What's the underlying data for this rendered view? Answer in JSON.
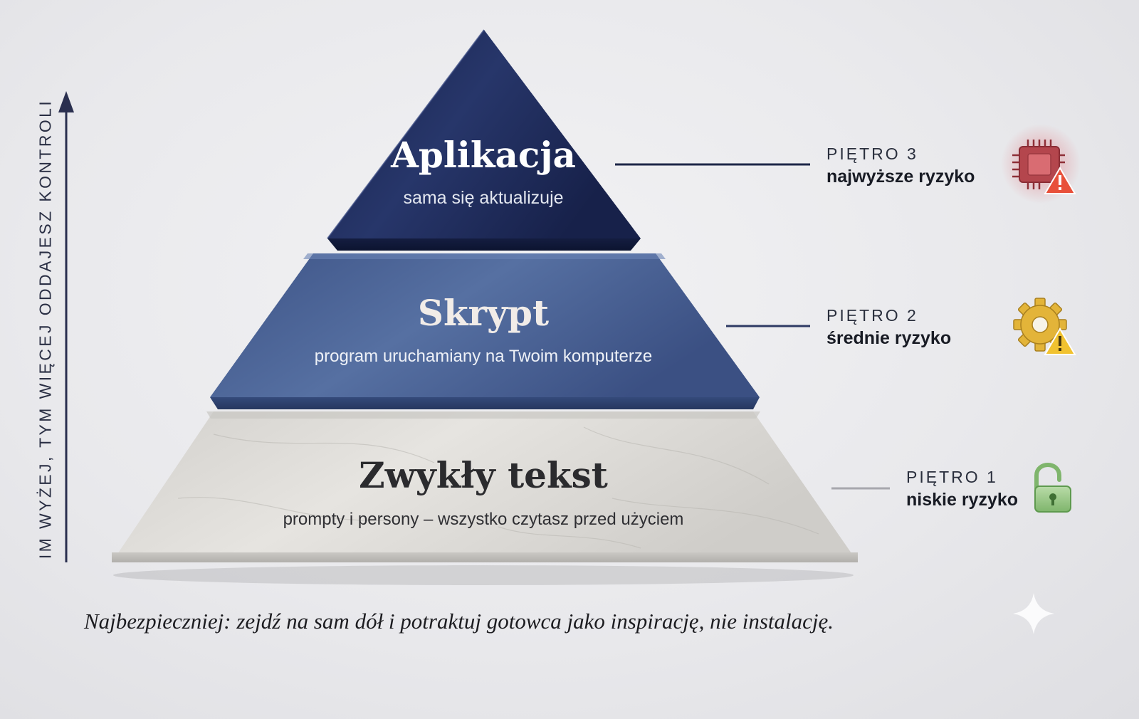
{
  "axis": {
    "label": "IM WYŻEJ, TYM WIĘCEJ ODDAJESZ KONTROLI"
  },
  "tiers": [
    {
      "title": "Zwykły tekst",
      "subtitle": "prompty i persony – wszystko czytasz przed użyciem",
      "level": "PIĘTRO 1",
      "risk": "niskie ryzyko",
      "icon": "open-padlock-icon",
      "icon_color": "#5f9a55"
    },
    {
      "title": "Skrypt",
      "subtitle": "program uruchamiany na Twoim komputerze",
      "level": "PIĘTRO 2",
      "risk": "średnie ryzyko",
      "icon": "gear-warning-icon",
      "icon_color": "#e3b439"
    },
    {
      "title": "Aplikacja",
      "subtitle": "sama się aktualizuje",
      "level": "PIĘTRO 3",
      "risk": "najwyższe ryzyko",
      "icon": "chip-warning-icon",
      "icon_color": "#b6474e"
    }
  ],
  "caption": "Najbezpieczniej: zejdź na sam dół i potraktuj gotowca jako inspirację, nie instalację.",
  "colors": {
    "tier_top": "#1d2a55",
    "tier_middle": "#4a6397",
    "tier_bottom": "#dcdad6",
    "warning": "#e8503a",
    "axis": "#2a2f4f"
  }
}
